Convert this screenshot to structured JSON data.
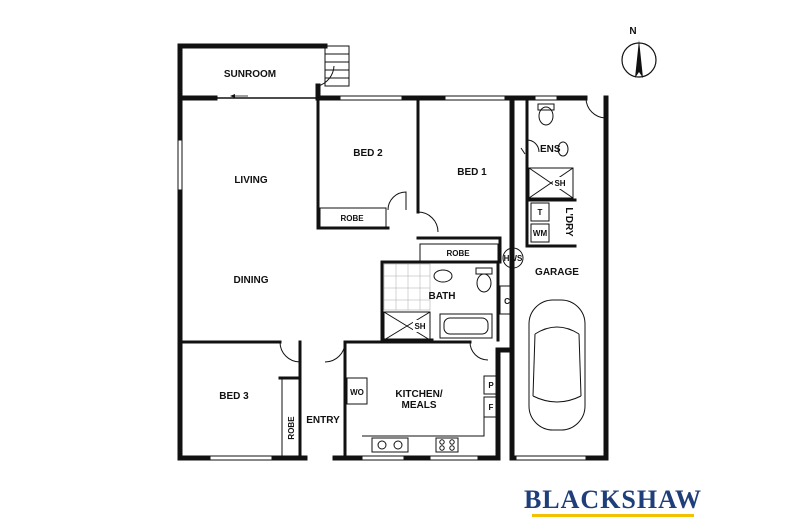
{
  "compass": {
    "label": "N"
  },
  "rooms": {
    "sunroom": "SUNROOM",
    "living": "LIVING",
    "dining": "DINING",
    "bed2": "BED 2",
    "bed1": "BED 1",
    "bed3": "BED 3",
    "ens": "ENS",
    "ldry": "L'DRY",
    "garage": "GARAGE",
    "bath": "BATH",
    "kitchen_line1": "KITCHEN/",
    "kitchen_line2": "MEALS",
    "entry": "ENTRY"
  },
  "fixtures": {
    "robe_bed2": "ROBE",
    "robe_bed1": "ROBE",
    "robe_bed3": "ROBE",
    "sh_ens": "SH",
    "sh_bath": "SH",
    "t": "T",
    "wm": "WM",
    "hws": "HWS",
    "c": "C",
    "wo": "WO",
    "p": "P",
    "f": "F"
  },
  "brand": {
    "name": "BLACKSHAW",
    "color": "#1f3f7a",
    "accent": "#f2c200"
  }
}
